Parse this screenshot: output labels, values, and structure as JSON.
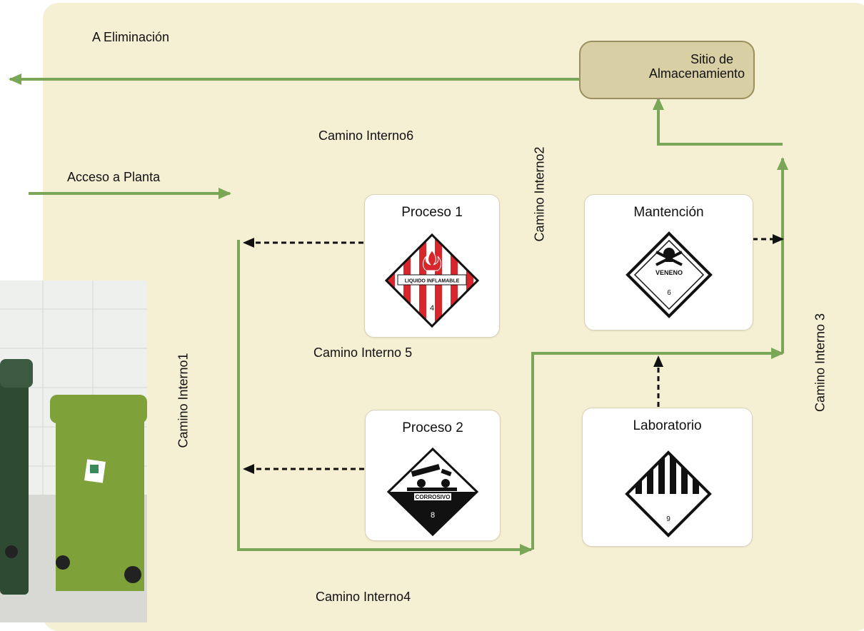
{
  "labels": {
    "disposal": "A Eliminación",
    "plant_access": "Acceso a Planta",
    "road1": "Camino Interno1",
    "road2": "Camino Interno2",
    "road3": "Camino Interno 3",
    "road4": "Camino Interno4",
    "road5": "Camino Interno 5",
    "road6": "Camino Interno6"
  },
  "storage": {
    "line1": "Sitio de",
    "line2": "Almacenamiento"
  },
  "boxes": {
    "process1": {
      "title": "Proceso 1",
      "sign": "flammable-sign",
      "sign_text": "LIQUIDO INFLAMABLE",
      "class_number": "4"
    },
    "process2": {
      "title": "Proceso 2",
      "sign": "corrosive-sign",
      "sign_text": "CORROSIVO",
      "class_number": "8"
    },
    "maintenance": {
      "title": "Mantención",
      "sign": "poison-sign",
      "sign_text": "VENENO",
      "class_number": "6"
    },
    "laboratory": {
      "title": "Laboratorio",
      "sign": "misc-hazard-sign",
      "class_number": "9"
    }
  },
  "colors": {
    "panel": "#f5efd3",
    "path_green": "#7aa657",
    "storage_fill": "#d9cfa4",
    "flammable_red": "#d8262d",
    "bin_dark_green": "#2f4a33",
    "bin_light_green": "#7fa13a"
  },
  "photo": {
    "subject": "waste-bins-photo"
  }
}
